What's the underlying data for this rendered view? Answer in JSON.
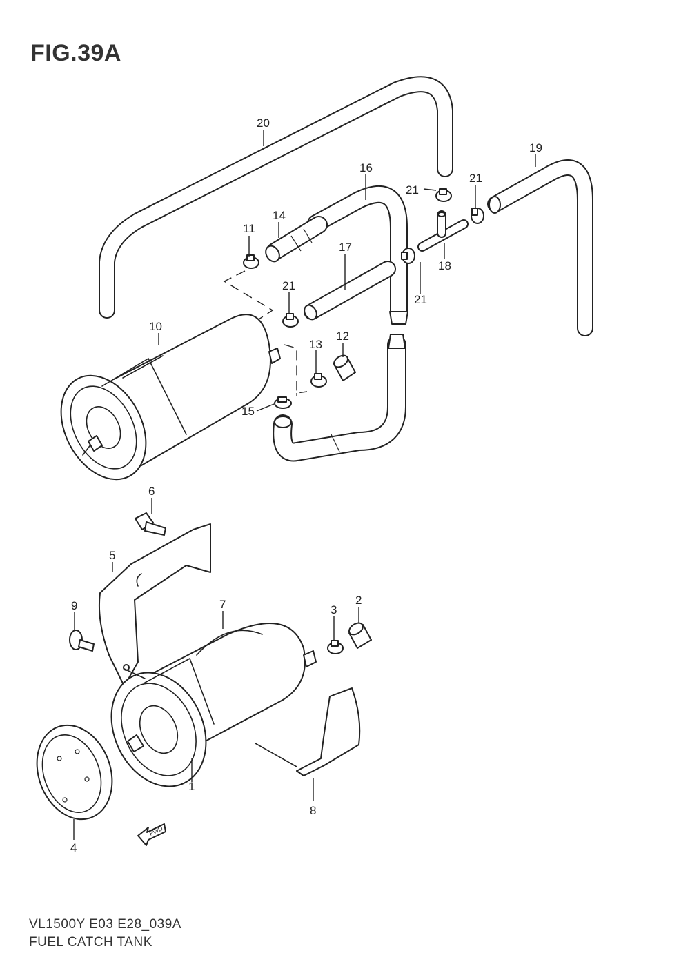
{
  "figure": {
    "title": "FIG.39A",
    "model_code": "VL1500Y  E03  E28_039A",
    "assembly_name": "FUEL CATCH TANK",
    "direction_badge": "FWD"
  },
  "callouts": {
    "c1": "1",
    "c2": "2",
    "c3": "3",
    "c4": "4",
    "c5": "5",
    "c6": "6",
    "c7": "7",
    "c8": "8",
    "c9": "9",
    "c10": "10",
    "c11": "11",
    "c12": "12",
    "c13": "13",
    "c14": "14",
    "c15": "15",
    "c16": "16",
    "c17": "17",
    "c18": "18",
    "c19": "19",
    "c20": "20",
    "c21a": "21",
    "c21b": "21",
    "c21c": "21",
    "c21d": "21"
  },
  "colors": {
    "line": "#222222",
    "background": "#ffffff"
  }
}
